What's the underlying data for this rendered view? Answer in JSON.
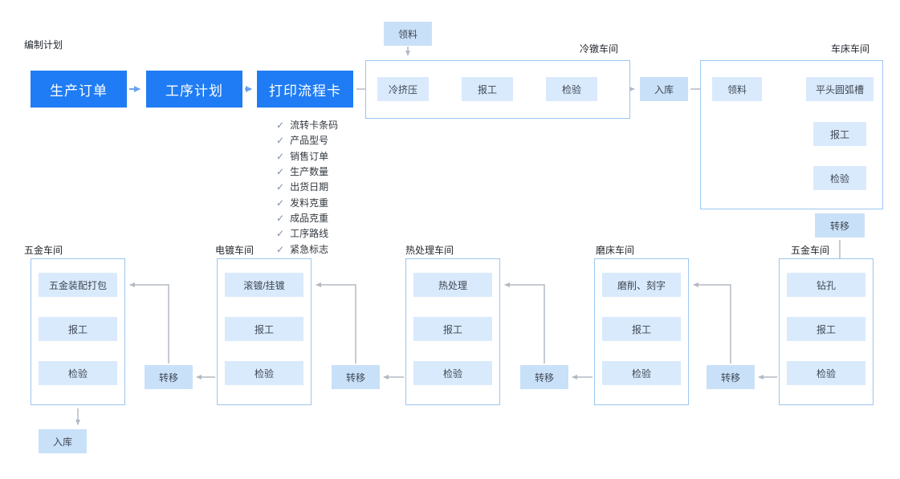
{
  "colors": {
    "primary": "#1f7cf4",
    "light_box_bg": "#d9eafc",
    "accent_box_bg": "#c9e1f8",
    "container_border": "#9cc6f0",
    "arrow_gray": "#b3bac4",
    "arrow_blue": "#6ba1f2"
  },
  "icons": {
    "check": "✓"
  },
  "planning": {
    "label": "编制计划",
    "steps": [
      "生产订单",
      "工序计划",
      "打印流程卡"
    ],
    "checklist": [
      "流转卡条码",
      "产品型号",
      "销售订单",
      "生产数量",
      "出货日期",
      "发料克重",
      "成品克重",
      "工序路线",
      "紧急标志"
    ]
  },
  "top_flow": {
    "pick_material": "领料",
    "cold_heading": {
      "label": "冷镦车间",
      "steps": [
        "冷挤压",
        "报工",
        "检验"
      ]
    },
    "inbound": "入库",
    "lathe": {
      "label": "车床车间",
      "pick_material": "领料",
      "steps": [
        "平头圆弧槽",
        "报工",
        "检验"
      ]
    },
    "transfer": "转移"
  },
  "bottom_flow": {
    "workshops": [
      {
        "label": "五金车间",
        "steps": [
          "钻孔",
          "报工",
          "检验"
        ]
      },
      {
        "label": "磨床车间",
        "steps": [
          "磨削、刻字",
          "报工",
          "检验"
        ]
      },
      {
        "label": "热处理车间",
        "steps": [
          "热处理",
          "报工",
          "检验"
        ]
      },
      {
        "label": "电镀车间",
        "steps": [
          "滚镀/挂镀",
          "报工",
          "检验"
        ]
      },
      {
        "label": "五金车间",
        "steps": [
          "五金装配打包",
          "报工",
          "检验"
        ]
      }
    ],
    "transfer": "转移",
    "inbound": "入库"
  }
}
